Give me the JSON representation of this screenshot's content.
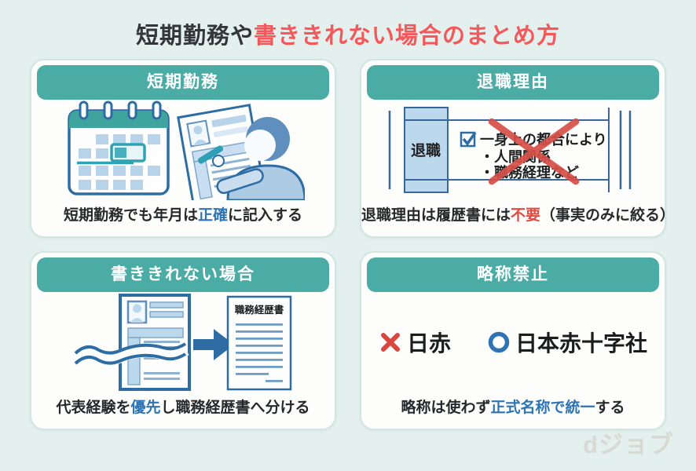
{
  "page": {
    "title": {
      "plain": "短期勤務や",
      "highlight": "書ききれない場合のまとめ方"
    },
    "logo": "dジョブ"
  },
  "colors": {
    "background": "#E3F0EE",
    "header_teal": "#4BACA6",
    "title_red": "#F4585A",
    "accent_blue": "#2E74B5",
    "accent_red": "#DD4B42",
    "illustration_blue": "#2E6DA4",
    "cross_red": "#D9473F"
  },
  "cards": {
    "short_term": {
      "header": "短期勤務",
      "caption": {
        "pre": "短期勤務でも年月は",
        "accent": "正確",
        "post": "に記入する"
      }
    },
    "resignation": {
      "header": "退職理由",
      "caption": {
        "pre": "退職理由は履歴書には",
        "accent": "不要",
        "post": "（事実のみに絞る）"
      },
      "illustration": {
        "row_label": "退職",
        "line1": "一身上の都合により",
        "line2": "・人間関係",
        "line3": "・職務経理など"
      }
    },
    "overflow": {
      "header": "書ききれない場合",
      "caption": {
        "pre": "代表経験を",
        "accent": "優先",
        "post": "し職務経歴書へ分ける"
      },
      "illustration": {
        "doc_title": "職務経歴書"
      }
    },
    "abbreviation": {
      "header": "略称禁止",
      "caption": {
        "pre": "略称は使わず",
        "accent": "正式名称で統一",
        "post": "する"
      },
      "examples": {
        "ng_label": "日赤",
        "ok_label": "日本赤十字社"
      }
    }
  }
}
